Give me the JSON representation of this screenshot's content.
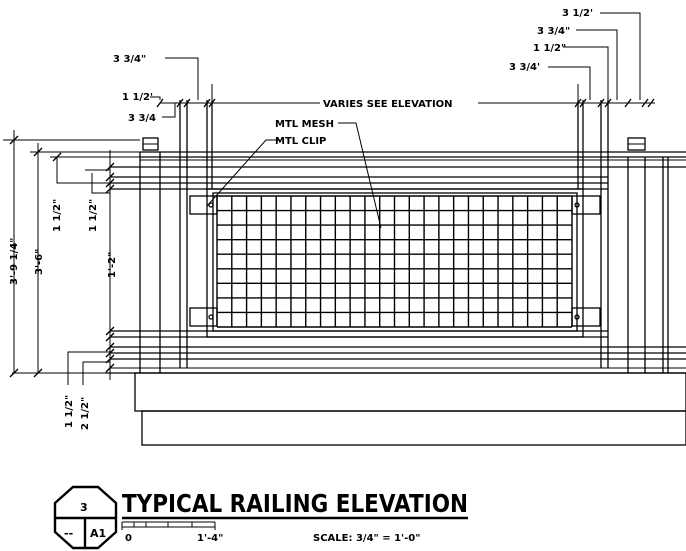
{
  "top_dims": {
    "left_3_3_4_a": "3 3/4\"",
    "left_1_2": "1 1/2'",
    "left_3_3_4_b": "3 3/4",
    "right_3_1_2": "3 1/2'",
    "right_3_3_4_a": "3 3/4\"",
    "right_1_1_2": "1 1/2\"",
    "right_3_3_4_b": "3 3/4'",
    "varies": "VARIES SEE ELEVATION"
  },
  "notes": {
    "mesh": "MTL MESH",
    "clip": "MTL CLIP"
  },
  "left_dims": {
    "overall": "3'-9 1/4\"",
    "rail_height": "3'-6\"",
    "top_1_1_2": "1 1/2\"",
    "second_1_1_2": "1 1/2\"",
    "panel": "1'-2\"",
    "bottom_1_1_2": "1 1/2\"",
    "bottom_2_1_2": "2 1/2\""
  },
  "title_block": {
    "detail_number": "3",
    "sheet_blank": "--",
    "sheet": "A1",
    "title": "TYPICAL RAILING ELEVATION",
    "scale_zero": "0",
    "scale_end": "1'-4\"",
    "scale_text": "SCALE: 3/4\" = 1'-0\""
  }
}
